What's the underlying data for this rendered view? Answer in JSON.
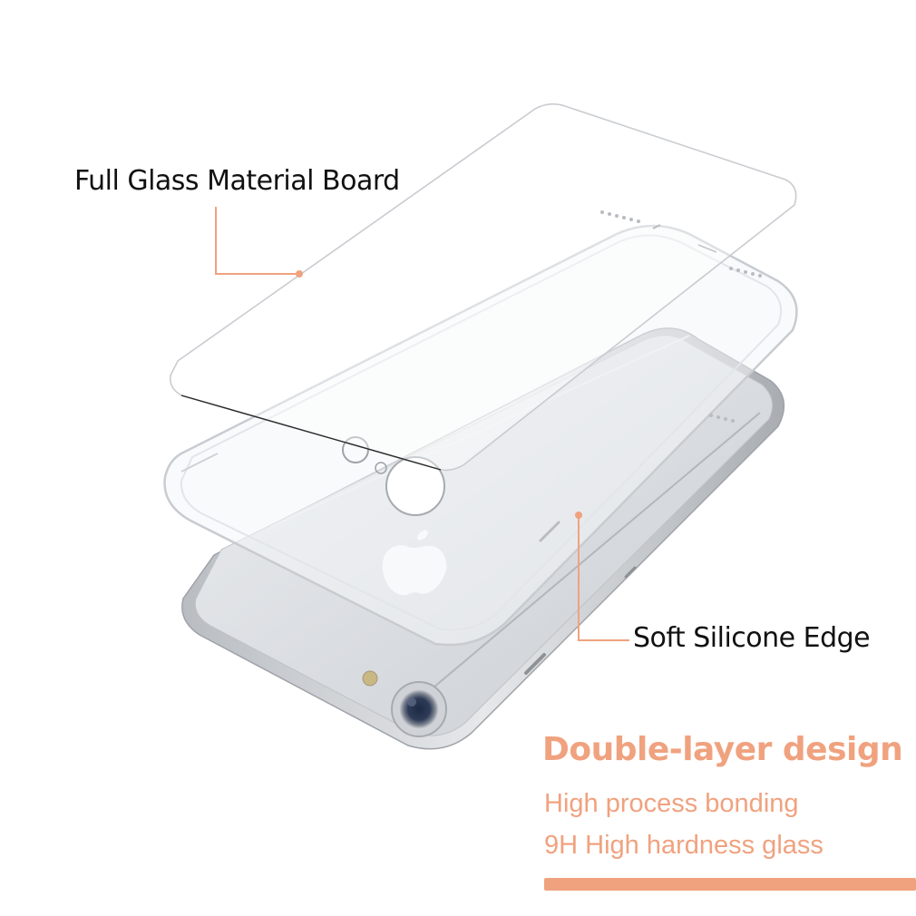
{
  "callouts": {
    "glass_label": "Full Glass Material Board",
    "silicone_label": "Soft Silicone Edge"
  },
  "feature": {
    "headline": "Double-layer design",
    "points": [
      "High process bonding",
      "9H High hardness glass"
    ]
  },
  "colors": {
    "accent": "#f0a27f",
    "label_text": "#111111",
    "background": "#ffffff"
  }
}
